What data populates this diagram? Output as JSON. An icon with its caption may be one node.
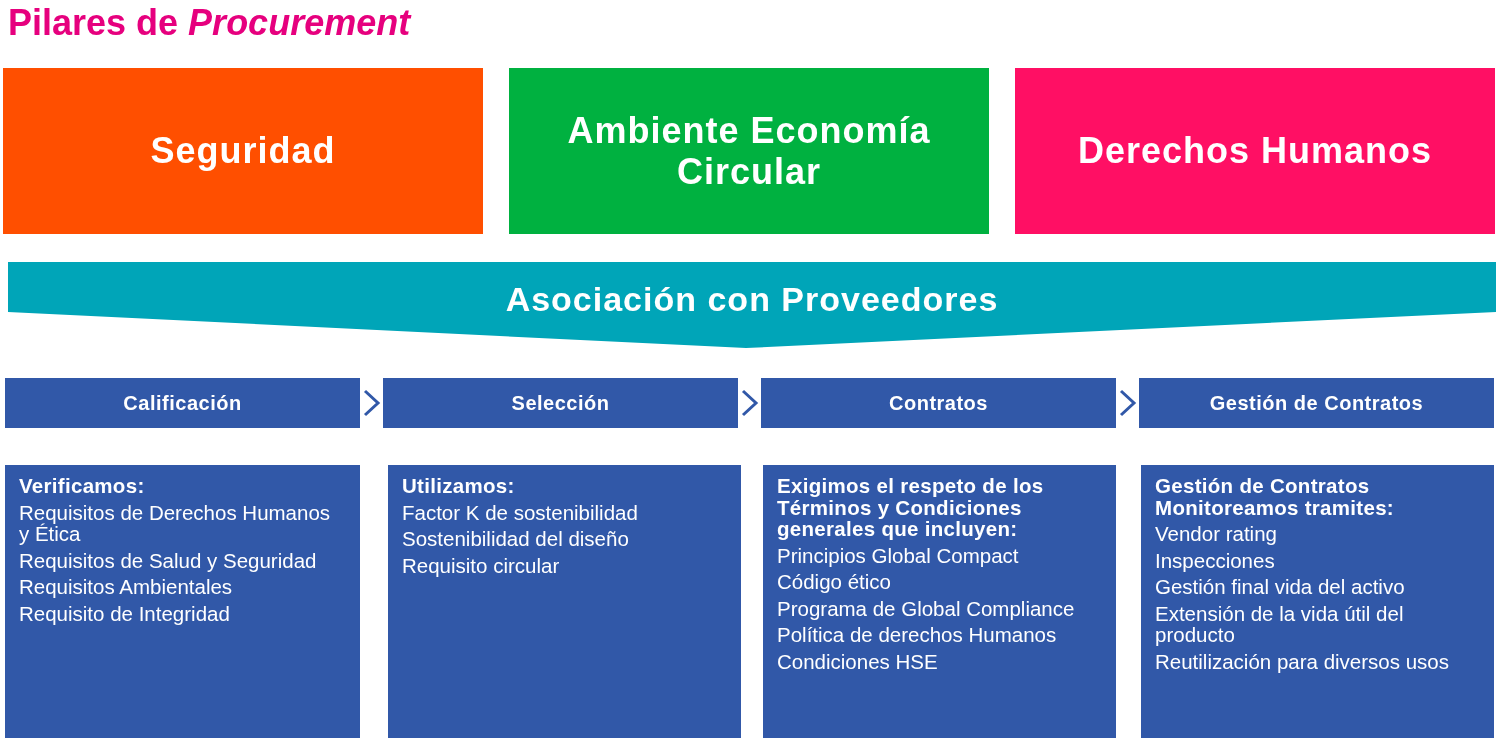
{
  "diagram": {
    "title": "Pilares de *Procurement*",
    "nodes": [
      {
        "text": [
          "Seguridad"
        ]
      },
      {
        "text": [
          "Ambiente Economía Circular"
        ]
      },
      {
        "text": [
          "Derechos Humanos"
        ]
      },
      {
        "text": [
          "Asociación con Proveedores"
        ]
      },
      {
        "text": [
          "Calificación"
        ]
      },
      {
        "text": [
          "Selección"
        ]
      },
      {
        "text": [
          "Contratos"
        ]
      },
      {
        "text": [
          "Gestión de Contratos"
        ]
      },
      {
        "text": [
          "Verificamos:",
          "Requisitos de Derechos Humanos y Ética",
          "Requisitos de Salud y Seguridad",
          "Requisitos Ambientales",
          "Requisito de Integridad"
        ]
      },
      {
        "text": [
          "Utilizamos:",
          "Factor K de sostenibilidad",
          "Sostenibilidad del diseño",
          "Requisito circular"
        ]
      },
      {
        "text": [
          "Exigimos el respeto de los Términos y Condiciones generales que incluyen:",
          "Principios Global Compact",
          "Código ético",
          "Programa de Global Compliance",
          "Política de derechos Humanos",
          "Condiciones HSE"
        ]
      },
      {
        "text": [
          "Gestión de Contratos Monitoreamos tramites:",
          "Vendor rating",
          "Inspecciones",
          "Gestión final vida del activo",
          "Extensión de la vida útil del producto",
          "Reutilización para diversos usos"
        ]
      }
    ],
    "edges": [
      {
        "from": 4,
        "to": 5,
        "arrow": "to"
      },
      {
        "from": 5,
        "to": 6,
        "arrow": "to"
      },
      {
        "from": 6,
        "to": 7,
        "arrow": "to"
      }
    ]
  }
}
